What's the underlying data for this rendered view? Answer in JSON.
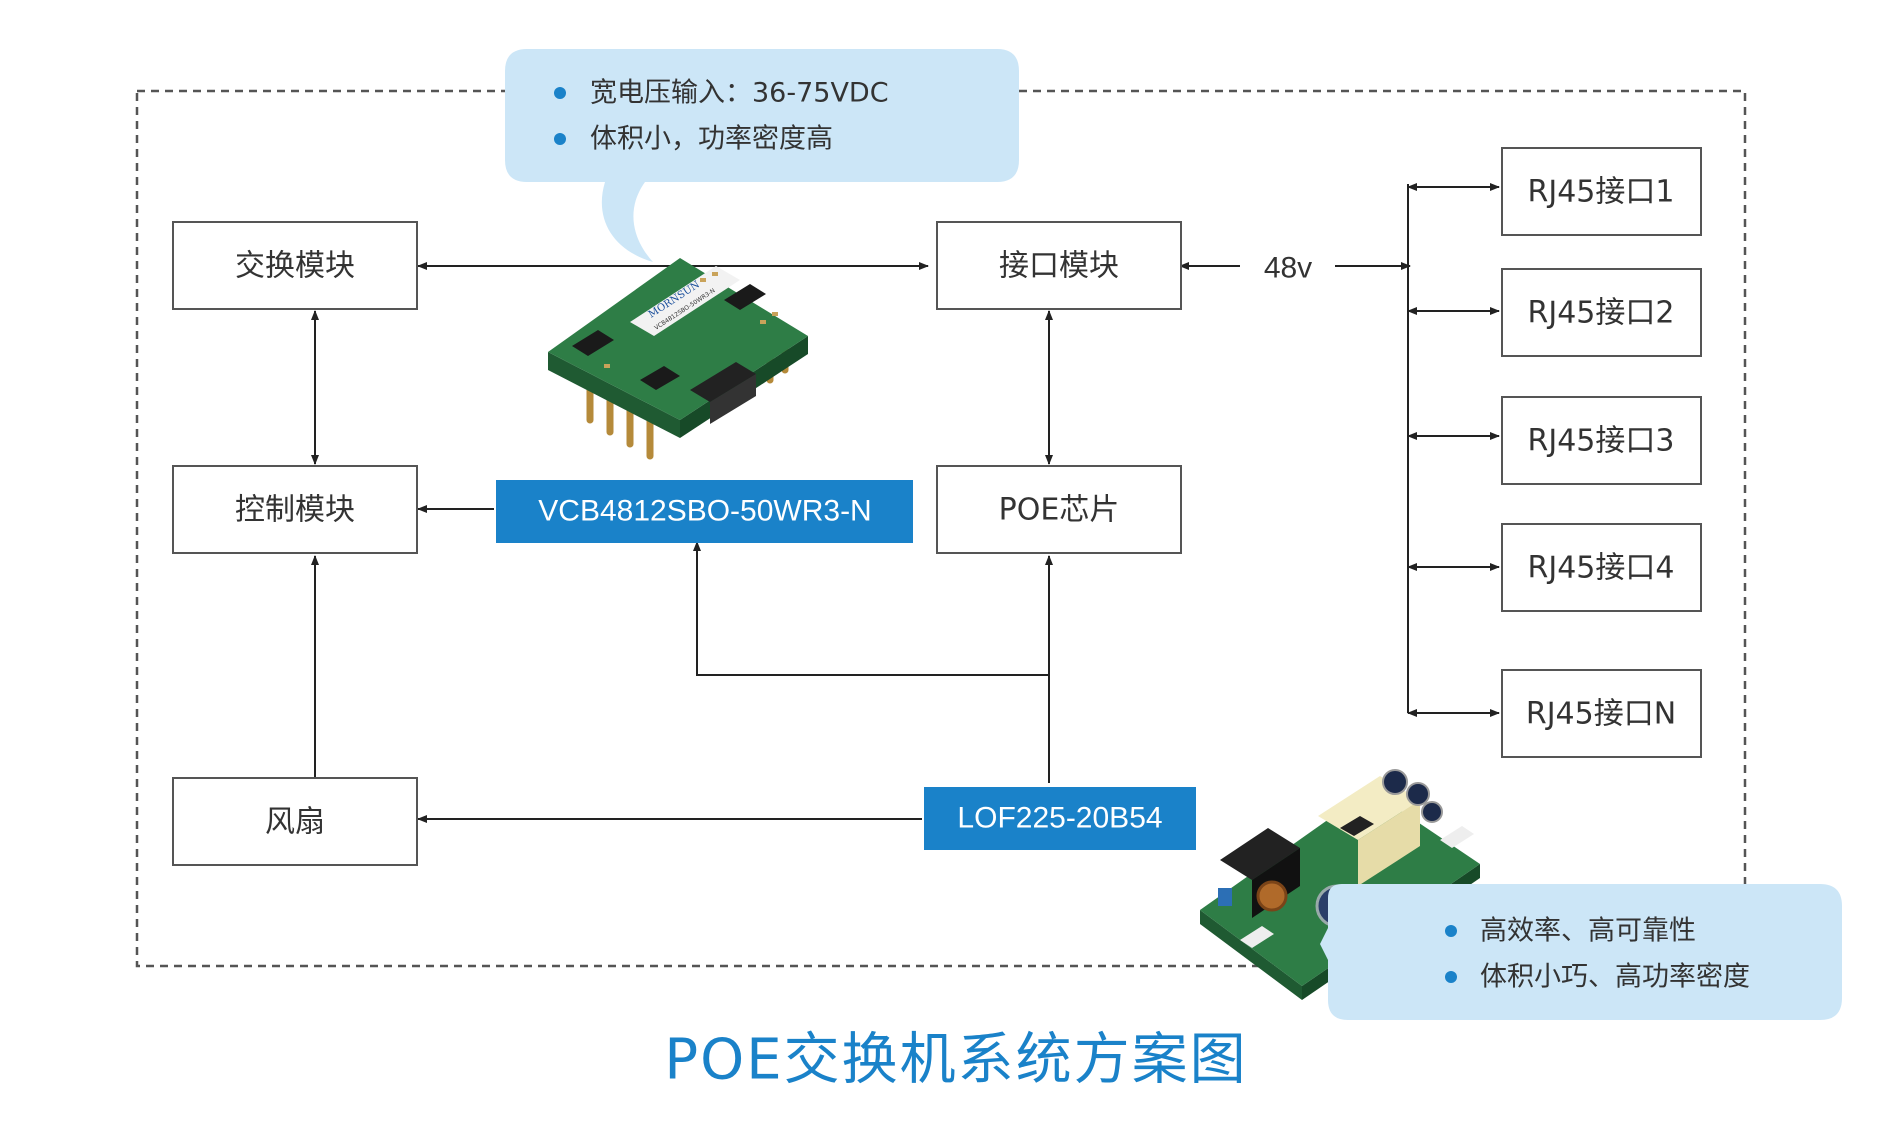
{
  "bubble_top": {
    "bullets": [
      "宽电压输入：36-75VDC",
      "体积小，功率密度高"
    ]
  },
  "bubble_bottom": {
    "bullets": [
      "高效率、高可靠性",
      "体积小巧、高功率密度"
    ]
  },
  "blocks": {
    "switch_module": "交换模块",
    "control_module": "控制模块",
    "fan": "风扇",
    "interface_module": "接口模块",
    "poe_chip": "POE芯片"
  },
  "products": {
    "dcdc": "VCB4812SBO-50WR3-N",
    "acdc": "LOF225-20B54"
  },
  "voltage_label": "48v",
  "ports": [
    "RJ45接口1",
    "RJ45接口2",
    "RJ45接口3",
    "RJ45接口4",
    "RJ45接口N"
  ],
  "dcdc_module_image": {
    "brand_text": "MORNSUN",
    "model_text": "VCB4812SBO-50WR3-N"
  },
  "title": "POE交换机系统方案图",
  "colors": {
    "accent": "#1a82c9",
    "bubble": "#cce6f7",
    "pcb_green": "#2e7d46"
  }
}
